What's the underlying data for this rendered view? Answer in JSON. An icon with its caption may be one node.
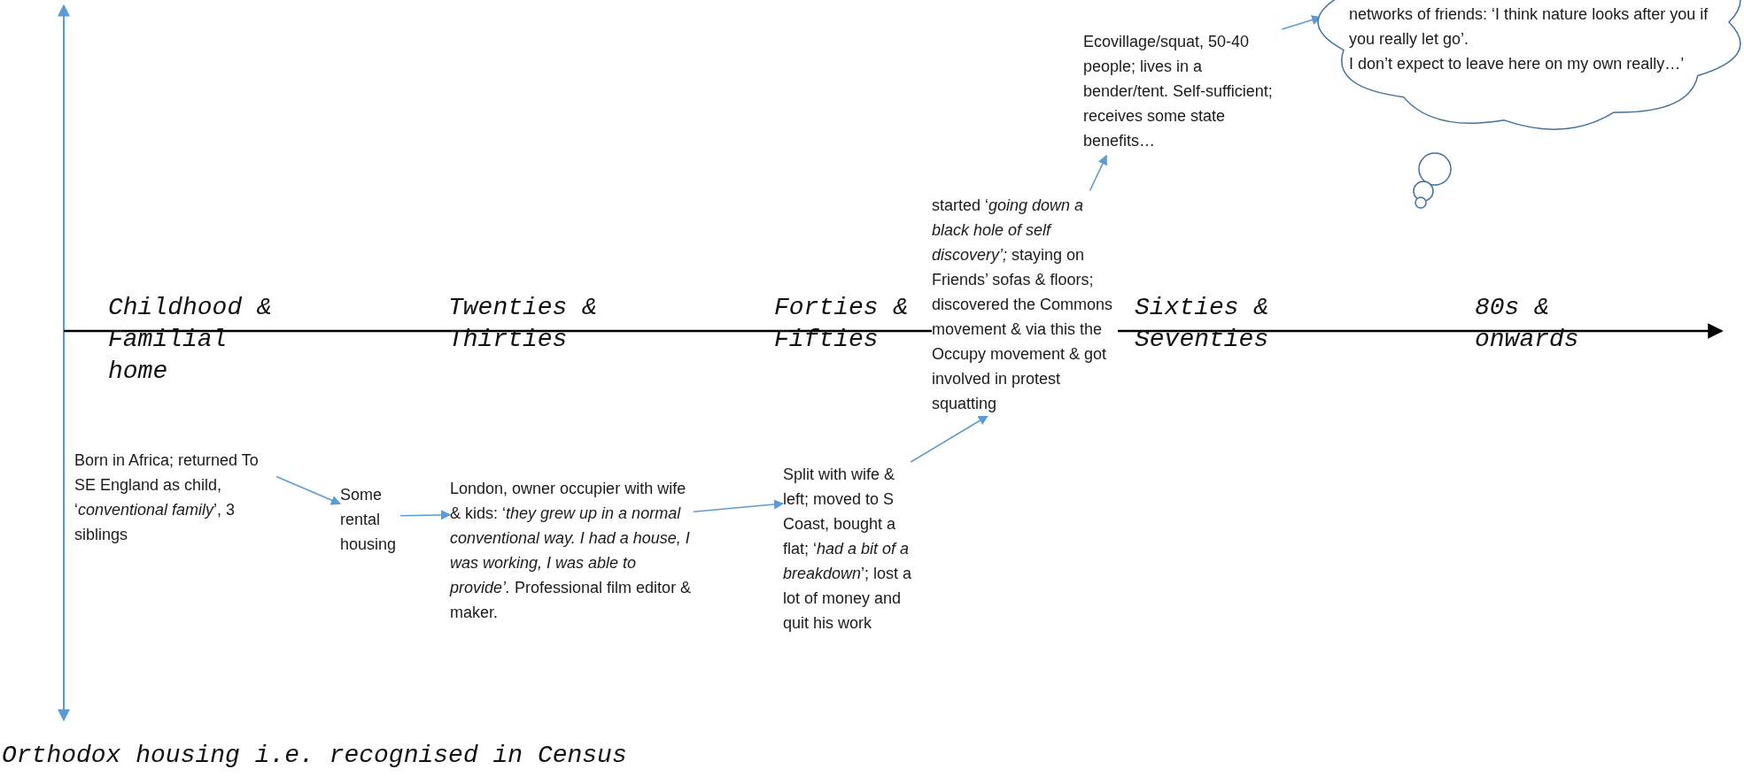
{
  "diagram": {
    "nodes": [
      {
        "text": [
          "Born in Africa; returned To SE England as child, ‘*conventional family*’, 3 siblings"
        ]
      },
      {
        "text": [
          "Some rental housing"
        ]
      },
      {
        "text": [
          "London, owner occupier with wife & kids: ‘*they grew up in a normal conventional way.  I had a house, I was working, I was able to provide’.* Professional film editor & maker."
        ]
      },
      {
        "text": [
          "Split with wife & left; moved to S Coast, bought a flat; ‘*had a bit of a breakdown*’; lost a lot of money and quit his work"
        ]
      },
      {
        "text": [
          "started ‘*going down a black hole of self discovery’;* staying on Friends’ sofas & floors; discovered the Commons movement & via this the Occupy movement & got involved in protest squatting"
        ]
      },
      {
        "text": [
          "Ecovillage/squat, 50-40 people; lives in a bender/tent.  Self-sufficient; receives some state benefits…"
        ]
      },
      {
        "text": [
          "networks of friends: ‘I think nature looks after you if you really let go’.",
          "I don’t expect to leave here on my own really…’"
        ]
      }
    ],
    "edges": [
      {
        "from": 0,
        "to": 1,
        "arrow": "to"
      },
      {
        "from": 1,
        "to": 2,
        "arrow": "to"
      },
      {
        "from": 2,
        "to": 3,
        "arrow": "to"
      },
      {
        "from": 3,
        "to": 4,
        "arrow": "to"
      },
      {
        "from": 4,
        "to": 5,
        "arrow": "to"
      },
      {
        "from": 5,
        "to": 6,
        "arrow": "to"
      }
    ],
    "labels": [
      "Childhood & Familial home",
      "Twenties & Thirties",
      "Forties & Fifties",
      "Sixties & Seventies",
      "80s & onwards",
      "Orthodox housing i.e. recognised in Census"
    ]
  }
}
